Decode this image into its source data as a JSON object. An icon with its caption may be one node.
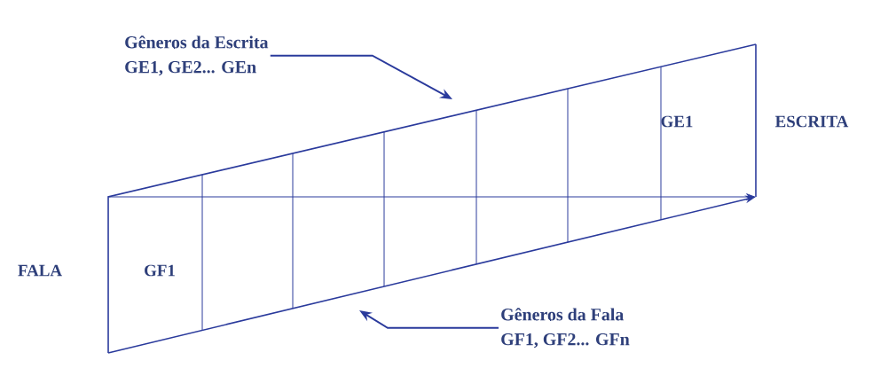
{
  "diagram": {
    "nodes": [
      {
        "text": [
          "Gêneros da Escrita",
          "GE1, GE2... GEn"
        ]
      },
      {
        "text": [
          "Gêneros da Fala",
          "GF1, GF2... GFn"
        ]
      }
    ],
    "edges": [
      {
        "from": 0,
        "to": null,
        "arrow": "to"
      },
      {
        "from": 1,
        "to": null,
        "arrow": "to"
      }
    ],
    "labels": [
      "GE1",
      "ESCRITA",
      "FALA",
      "GF1"
    ]
  }
}
